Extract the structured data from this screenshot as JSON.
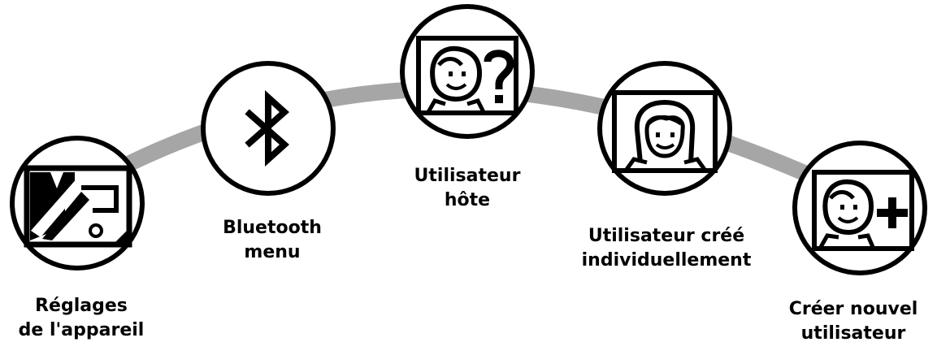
{
  "colors": {
    "arc": "#a6a6a6",
    "outline": "#000000",
    "background": "#ffffff"
  },
  "menu_items": [
    {
      "id": "device-settings",
      "icon": "wrench-settings-icon",
      "label_lines": [
        "Réglages",
        "de l'appareil"
      ]
    },
    {
      "id": "bluetooth",
      "icon": "bluetooth-icon",
      "label_lines": [
        "Bluetooth",
        "menu"
      ]
    },
    {
      "id": "host-user",
      "icon": "face-question-icon",
      "label_lines": [
        "Utilisateur",
        "hôte"
      ]
    },
    {
      "id": "individual-user",
      "icon": "face-long-hair-icon",
      "label_lines": [
        "Utilisateur créé",
        "individuellement"
      ]
    },
    {
      "id": "new-user",
      "icon": "face-plus-icon",
      "label_lines": [
        "Créer nouvel",
        "utilisateur"
      ]
    }
  ]
}
